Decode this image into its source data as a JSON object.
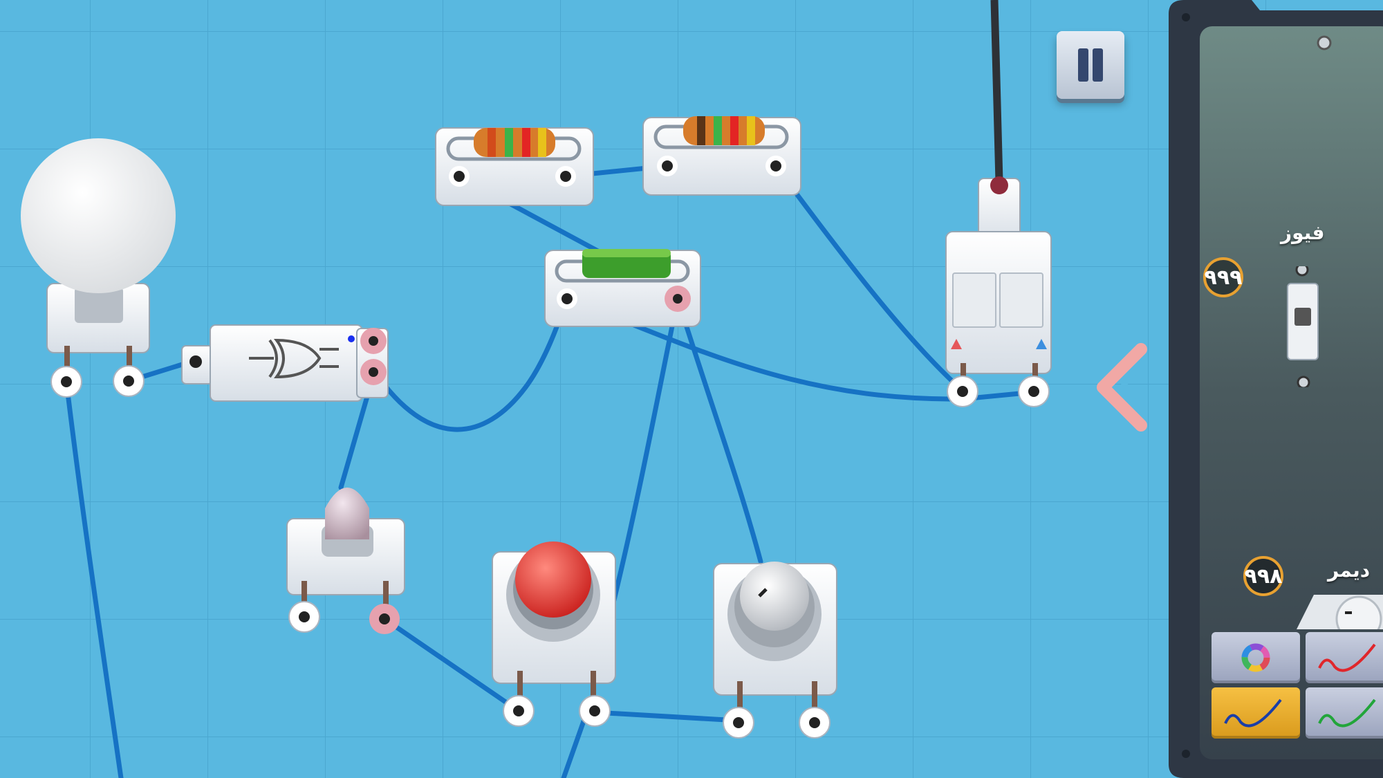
{
  "game": {
    "components": [
      "bulb",
      "xor-gate",
      "resistor",
      "resistor",
      "fuse-resistor",
      "indicator-led",
      "push-button",
      "rotary-knob",
      "power-plug"
    ]
  },
  "controls": {
    "pause_icon": "pause-icon",
    "collapse_icon": "chevron-left-icon"
  },
  "inventory": {
    "items": [
      {
        "label": "فیوز",
        "count": "۹۹۹",
        "icon": "fuse-icon"
      },
      {
        "label": "دیمر",
        "count": "۹۹۸",
        "icon": "dimmer-icon"
      }
    ]
  },
  "wire_tools": [
    {
      "icon": "color-wheel-icon",
      "active": false
    },
    {
      "icon": "red-wire-icon",
      "color": "#e0262b",
      "active": false
    },
    {
      "icon": "blue-wire-icon",
      "color": "#1a3ea8",
      "active": true
    },
    {
      "icon": "green-wire-icon",
      "color": "#22a53a",
      "active": false
    }
  ],
  "colors": {
    "background": "#59b8e0",
    "wire": "#1672c4",
    "button_red": "#e23b35",
    "accent_orange": "#e8a131"
  }
}
